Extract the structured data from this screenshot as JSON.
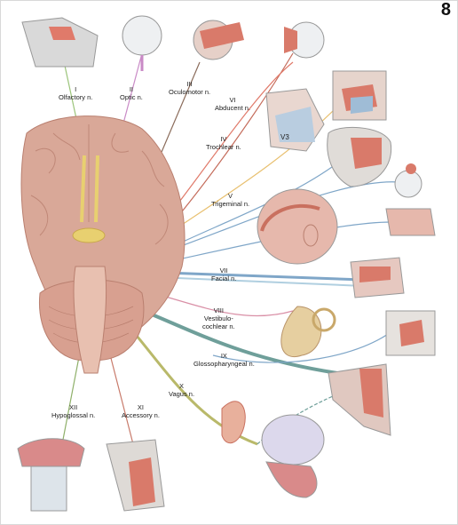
{
  "page_number": "8",
  "nerves": [
    {
      "numeral": "I",
      "name": "Olfactory n."
    },
    {
      "numeral": "II",
      "name": "Optic n."
    },
    {
      "numeral": "III",
      "name": "Oculomotor n."
    },
    {
      "numeral": "VI",
      "name": "Abducent n."
    },
    {
      "numeral": "IV",
      "name": "Trochlear n."
    },
    {
      "numeral": "V",
      "name": "Trigeminal n."
    },
    {
      "numeral": "VII",
      "name": "Facial n."
    },
    {
      "numeral": "VIII",
      "name": "Vestibulo-",
      "name2": "cochlear n."
    },
    {
      "numeral": "IX",
      "name": "Glossopharyngeal n."
    },
    {
      "numeral": "X",
      "name": "Vagus n."
    },
    {
      "numeral": "XI",
      "name": "Accessory n."
    },
    {
      "numeral": "XII",
      "name": "Hypoglossal n."
    }
  ],
  "inset_label_v3": "V3",
  "colors": {
    "brain": "#d9a898",
    "brain_dark": "#b97f6f",
    "olfactory": "#9bc47a",
    "optic": "#c98ac6",
    "oculomotor": "#8a6b5a",
    "trochlear": "#e07a6a",
    "abducent": "#c46b5a",
    "trigeminal": "#e8c070",
    "facial": "#7fa6c8",
    "vestibulocochlear": "#d98fa6",
    "glossopharyngeal": "#6f9f9a",
    "vagus": "#b9b96a",
    "accessory": "#c87a6a",
    "hypoglossal": "#8fb06a"
  }
}
